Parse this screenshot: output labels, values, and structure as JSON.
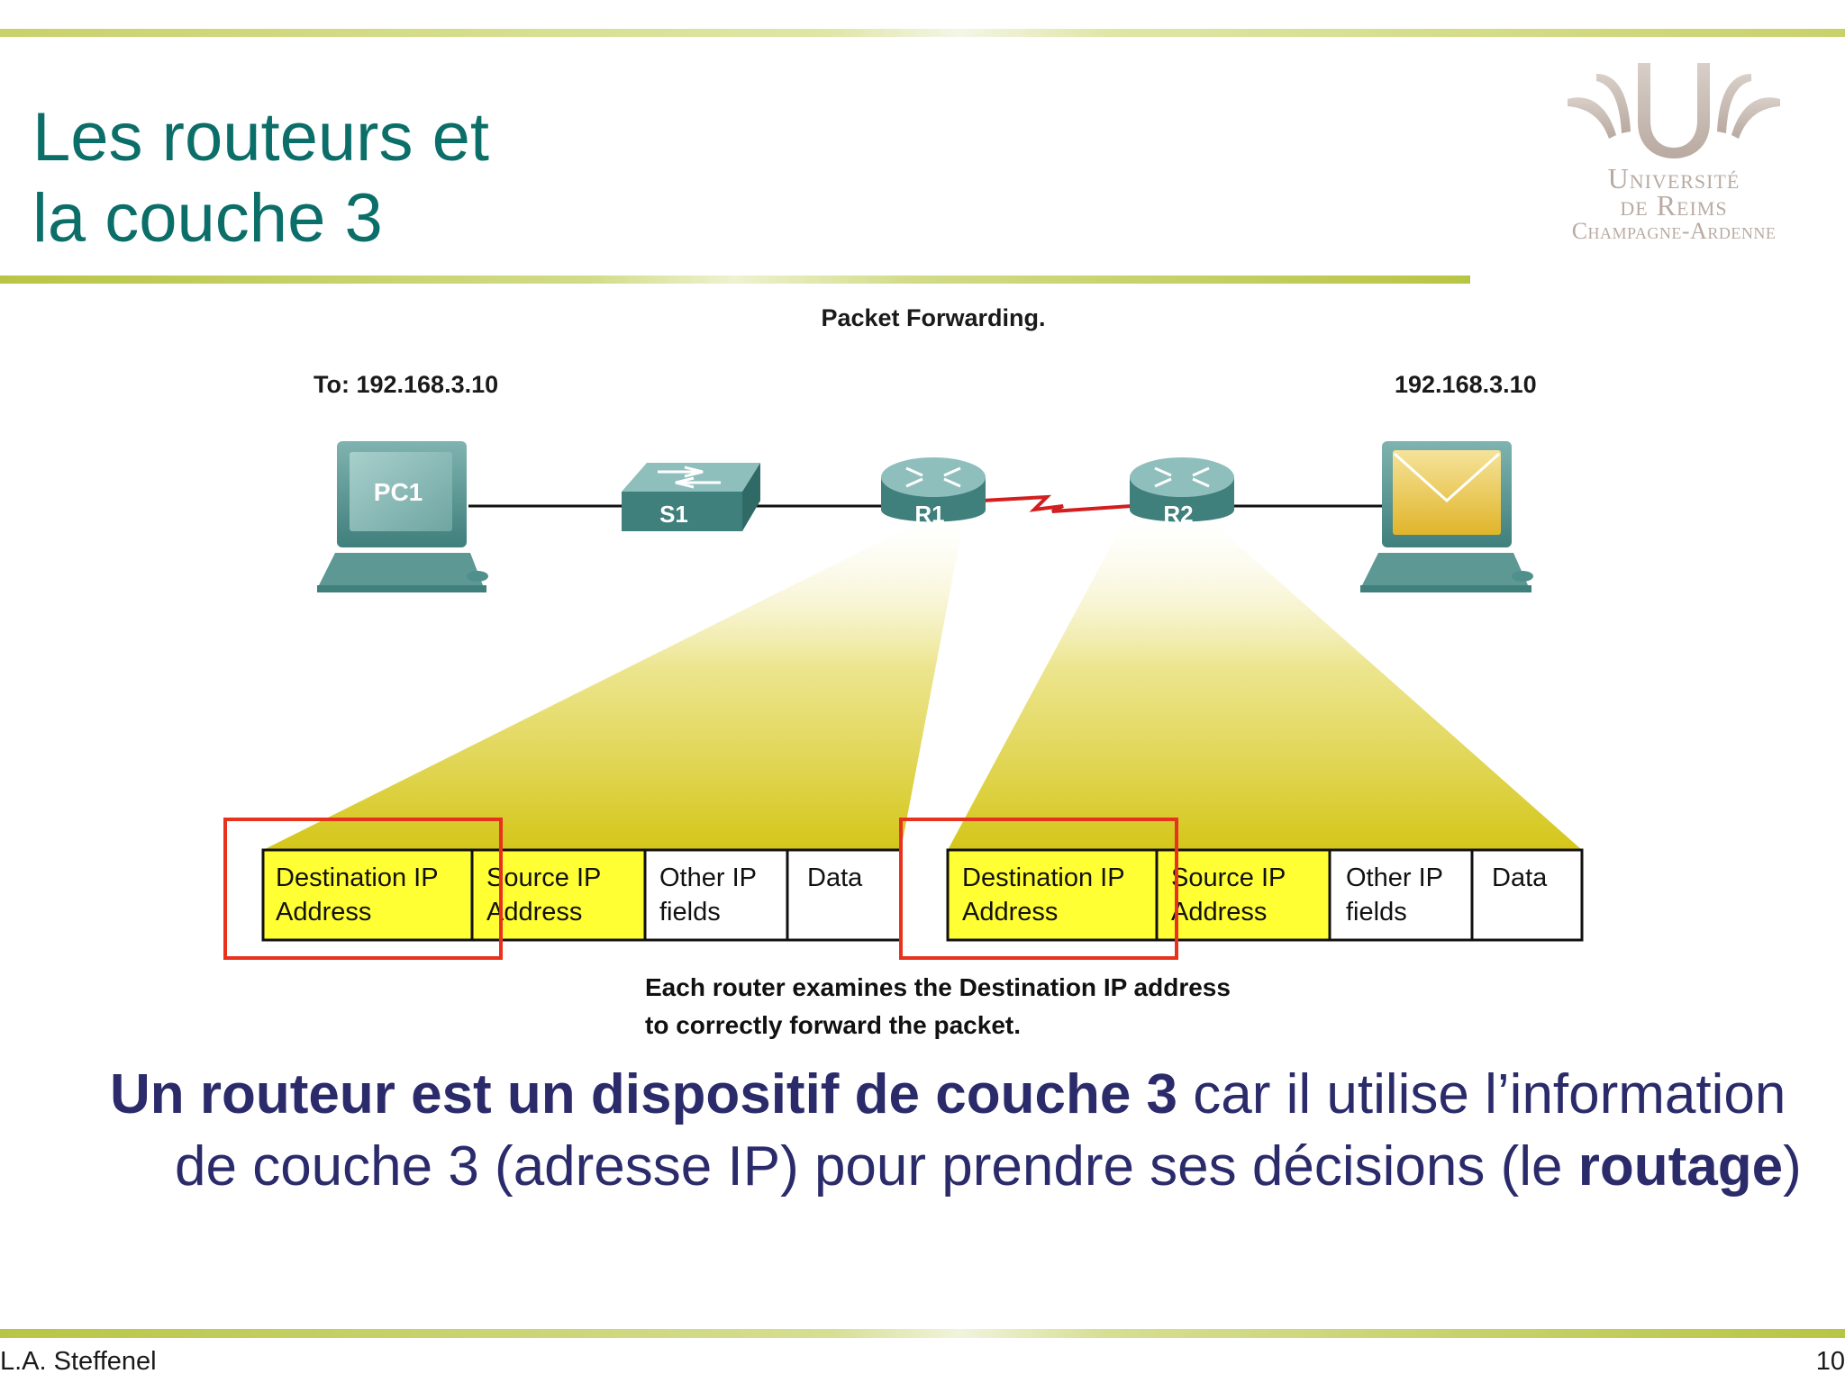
{
  "slide": {
    "title_lines": [
      "Les routeurs et",
      "la couche 3"
    ],
    "logo": {
      "line1": "Université",
      "line2": "de Reims",
      "line3": "Champagne-Ardenne"
    },
    "footer": {
      "author": "L.A. Steffenel",
      "page_number": "10"
    }
  },
  "diagram": {
    "title": "Packet Forwarding.",
    "source_label": "To: 192.168.3.10",
    "destination_label": "192.168.3.10",
    "devices": {
      "pc1": "PC1",
      "switch": "S1",
      "router1": "R1",
      "router2": "R2"
    },
    "packet_fields": [
      {
        "line1": "Destination IP",
        "line2": "Address"
      },
      {
        "line1": "Source IP",
        "line2": "Address"
      },
      {
        "line1": "Other IP",
        "line2": "fields"
      },
      {
        "line1": "Data",
        "line2": ""
      }
    ],
    "caption_lines": [
      "Each router examines the Destination IP address",
      "to correctly forward the packet."
    ],
    "colors": {
      "highlight": "#ffff33",
      "selection_box": "#e8321e",
      "device": "#4f8f8c",
      "serial_link": "#d21e1e"
    }
  },
  "body": {
    "bold_lead": "Un routeur est un dispositif de couche 3",
    "text_1": " car il utilise l’information de couche 3 (adresse IP) pour prendre ses décisions (le ",
    "bold_word": "routage",
    "text_2": ")"
  }
}
